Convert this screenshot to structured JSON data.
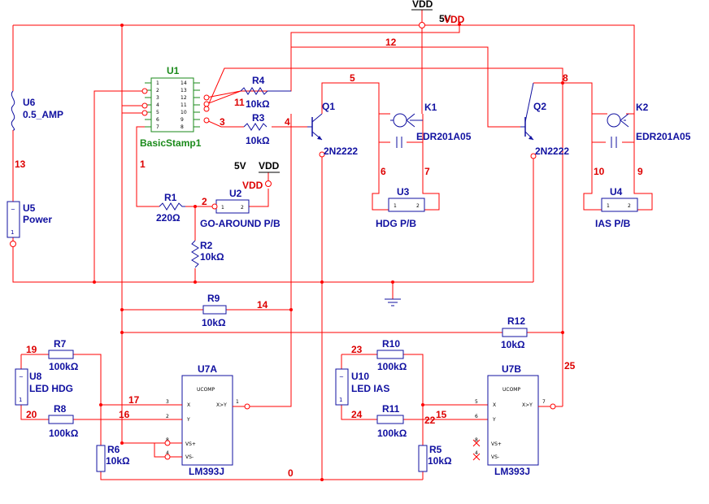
{
  "supplies": {
    "top_vdd_label": "VDD",
    "top_5v_label": "5V",
    "top_vdd_red": "VDD",
    "mid_5v_label": "5V",
    "mid_vdd_label": "VDD",
    "mid_vdd_red": "VDD"
  },
  "components": {
    "u1": {
      "ref": "U1",
      "value": "BasicStamp1",
      "pins_left": [
        "1",
        "2",
        "3",
        "4",
        "5",
        "6",
        "7"
      ],
      "pins_right": [
        "14",
        "13",
        "12",
        "11",
        "10",
        "9",
        "8"
      ]
    },
    "u6": {
      "ref": "U6",
      "value": "0.5_AMP"
    },
    "u5": {
      "ref": "U5",
      "value": "Power"
    },
    "r1": {
      "ref": "R1",
      "value": "220Ω"
    },
    "r2": {
      "ref": "R2",
      "value": "10kΩ"
    },
    "r3": {
      "ref": "R3",
      "value": "10kΩ"
    },
    "r4": {
      "ref": "R4",
      "value": "10kΩ"
    },
    "u2": {
      "ref": "U2",
      "value": "GO-AROUND P/B"
    },
    "q1": {
      "ref": "Q1",
      "value": "2N2222"
    },
    "q2": {
      "ref": "Q2",
      "value": "2N2222"
    },
    "k1": {
      "ref": "K1",
      "value": "EDR201A05"
    },
    "k2": {
      "ref": "K2",
      "value": "EDR201A05"
    },
    "u3": {
      "ref": "U3",
      "value": "HDG P/B"
    },
    "u4": {
      "ref": "U4",
      "value": "IAS P/B"
    },
    "r9": {
      "ref": "R9",
      "value": "10kΩ"
    },
    "r12": {
      "ref": "R12",
      "value": "10kΩ"
    },
    "r7": {
      "ref": "R7",
      "value": "100kΩ"
    },
    "r8": {
      "ref": "R8",
      "value": "100kΩ"
    },
    "u8": {
      "ref": "U8",
      "value": "LED HDG"
    },
    "r6": {
      "ref": "R6",
      "value": "10kΩ"
    },
    "u7a": {
      "ref": "U7A",
      "value": "LM393J",
      "ucomp": "UCOMP"
    },
    "r10": {
      "ref": "R10",
      "value": "100kΩ"
    },
    "r11": {
      "ref": "R11",
      "value": "100kΩ"
    },
    "u10": {
      "ref": "U10",
      "value": "LED IAS"
    },
    "r5": {
      "ref": "R5",
      "value": "10kΩ"
    },
    "u7b": {
      "ref": "U7B",
      "value": "LM393J",
      "ucomp": "UCOMP"
    }
  },
  "comparator_pins": {
    "x": "X",
    "y": "Y",
    "vsp": "VS+",
    "vsm": "VS-",
    "out": "X>Y",
    "u7a_nums": [
      "3",
      "2",
      "8",
      "4",
      "1"
    ],
    "u7b_nums": [
      "5",
      "6",
      "8",
      "4",
      "7"
    ]
  },
  "switch_pins": {
    "p1": "1",
    "p2": "2"
  },
  "nets": {
    "n0": "0",
    "n1": "1",
    "n2": "2",
    "n3": "3",
    "n4": "4",
    "n5": "5",
    "n6": "6",
    "n7": "7",
    "n8": "8",
    "n9": "9",
    "n10": "10",
    "n11": "11",
    "n12": "12",
    "n13": "13",
    "n14": "14",
    "n15": "15",
    "n16": "16",
    "n17": "17",
    "n19": "19",
    "n20": "20",
    "n22": "22",
    "n23": "23",
    "n24": "24",
    "n25": "25"
  },
  "colors": {
    "wire": "#ff0000",
    "component": "#1010a0",
    "ic": "#1a8a1a",
    "background": "#ffffff"
  }
}
